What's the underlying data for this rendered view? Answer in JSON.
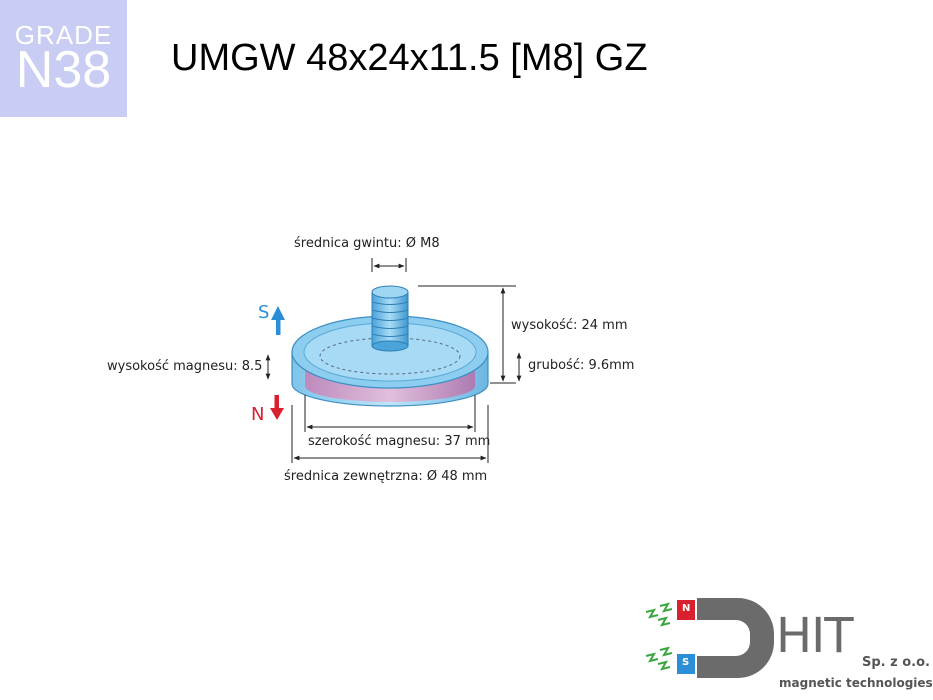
{
  "grade": {
    "label": "GRADE",
    "value": "N38"
  },
  "title": "UMGW 48x24x11.5 [M8] GZ",
  "dimensions": {
    "thread_diameter": "średnica gwintu: Ø M8",
    "height": "wysokość: 24 mm",
    "magnet_height": "wysokość magnesu: 8.5",
    "thickness": "grubość: 9.6mm",
    "magnet_width": "szerokość magnesu: 37 mm",
    "outer_diameter": "średnica zewnętrzna: Ø 48 mm"
  },
  "poles": {
    "south": "S",
    "north": "N"
  },
  "colors": {
    "badge": "#c9ccf3",
    "south": "#2a8fd6",
    "north": "#d9202e",
    "logo_gray": "#6b6b6b"
  },
  "logo": {
    "brand": "HIT",
    "suffix": "Sp. z o.o.",
    "tagline": "magnetic technologies",
    "pole_n": "N",
    "pole_s": "S"
  }
}
